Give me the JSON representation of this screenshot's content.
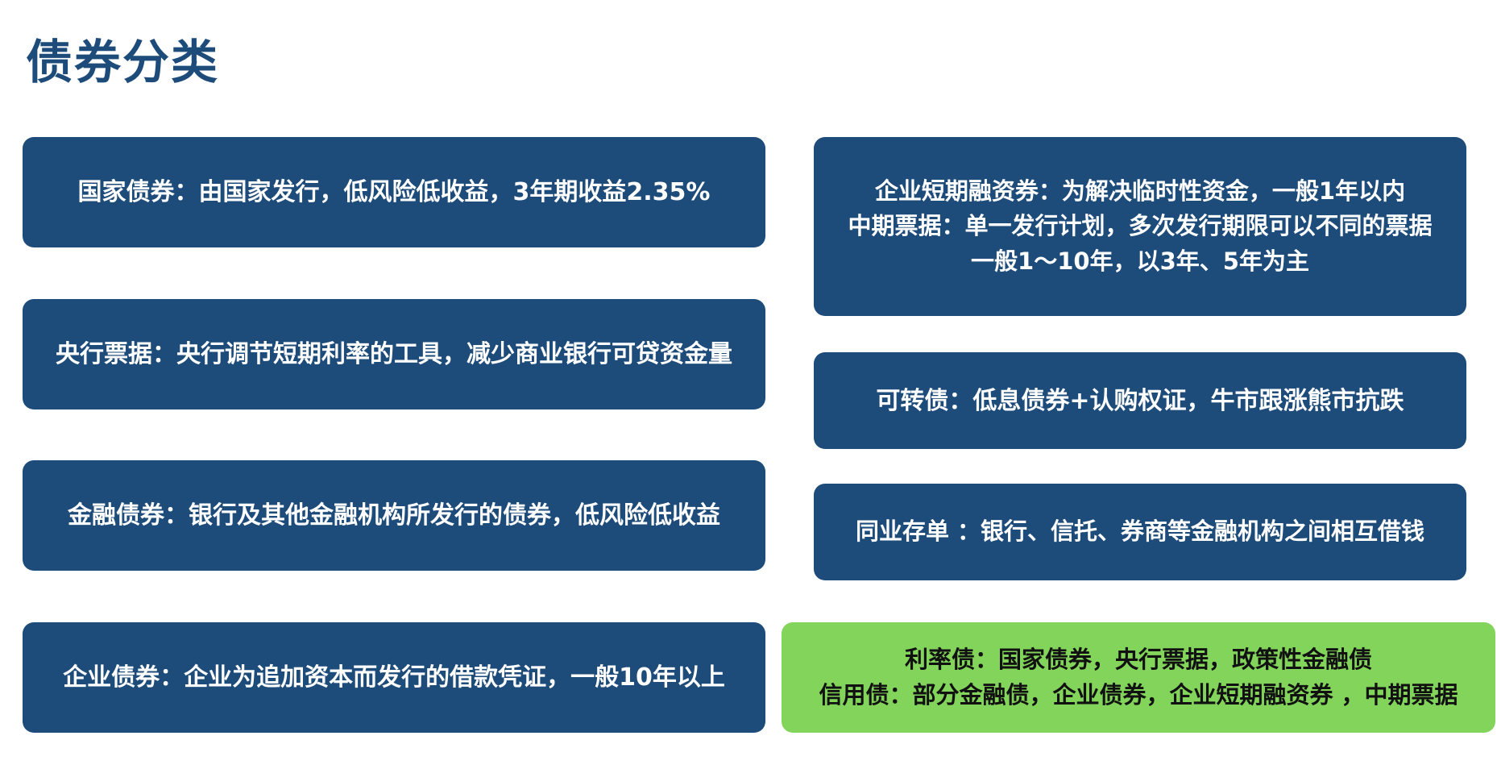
{
  "page": {
    "title": "债券分类"
  },
  "left_boxes": [
    {
      "text": "国家债券：由国家发行，低风险低收益，3年期收益2.35%"
    },
    {
      "text": "央行票据：央行调节短期利率的工具，减少商业银行可贷资金量"
    },
    {
      "text": "金融债券：银行及其他金融机构所发行的债券，低风险低收益"
    },
    {
      "text": "企业债券：企业为追加资本而发行的借款凭证，一般10年以上"
    }
  ],
  "right_boxes": [
    {
      "lines": [
        "企业短期融资券：为解决临时性资金，一般1年以内",
        "中期票据：单一发行计划，多次发行期限可以不同的票据",
        "一般1～10年，以3年、5年为主"
      ]
    },
    {
      "text": "可转债：低息债券+认购权证，牛市跟涨熊市抗跌"
    },
    {
      "text": "同业存单 ：银行、信托、券商等金融机构之间相互借钱"
    }
  ],
  "summary_box": {
    "lines": [
      "利率债：国家债券，央行票据，政策性金融债",
      "信用债：部分金融债，企业债券，企业短期融资券 ，中期票据"
    ]
  },
  "colors": {
    "title": "#1d4b7a",
    "box_fill": "#1d4b7a",
    "summary_fill": "#82d45a"
  }
}
